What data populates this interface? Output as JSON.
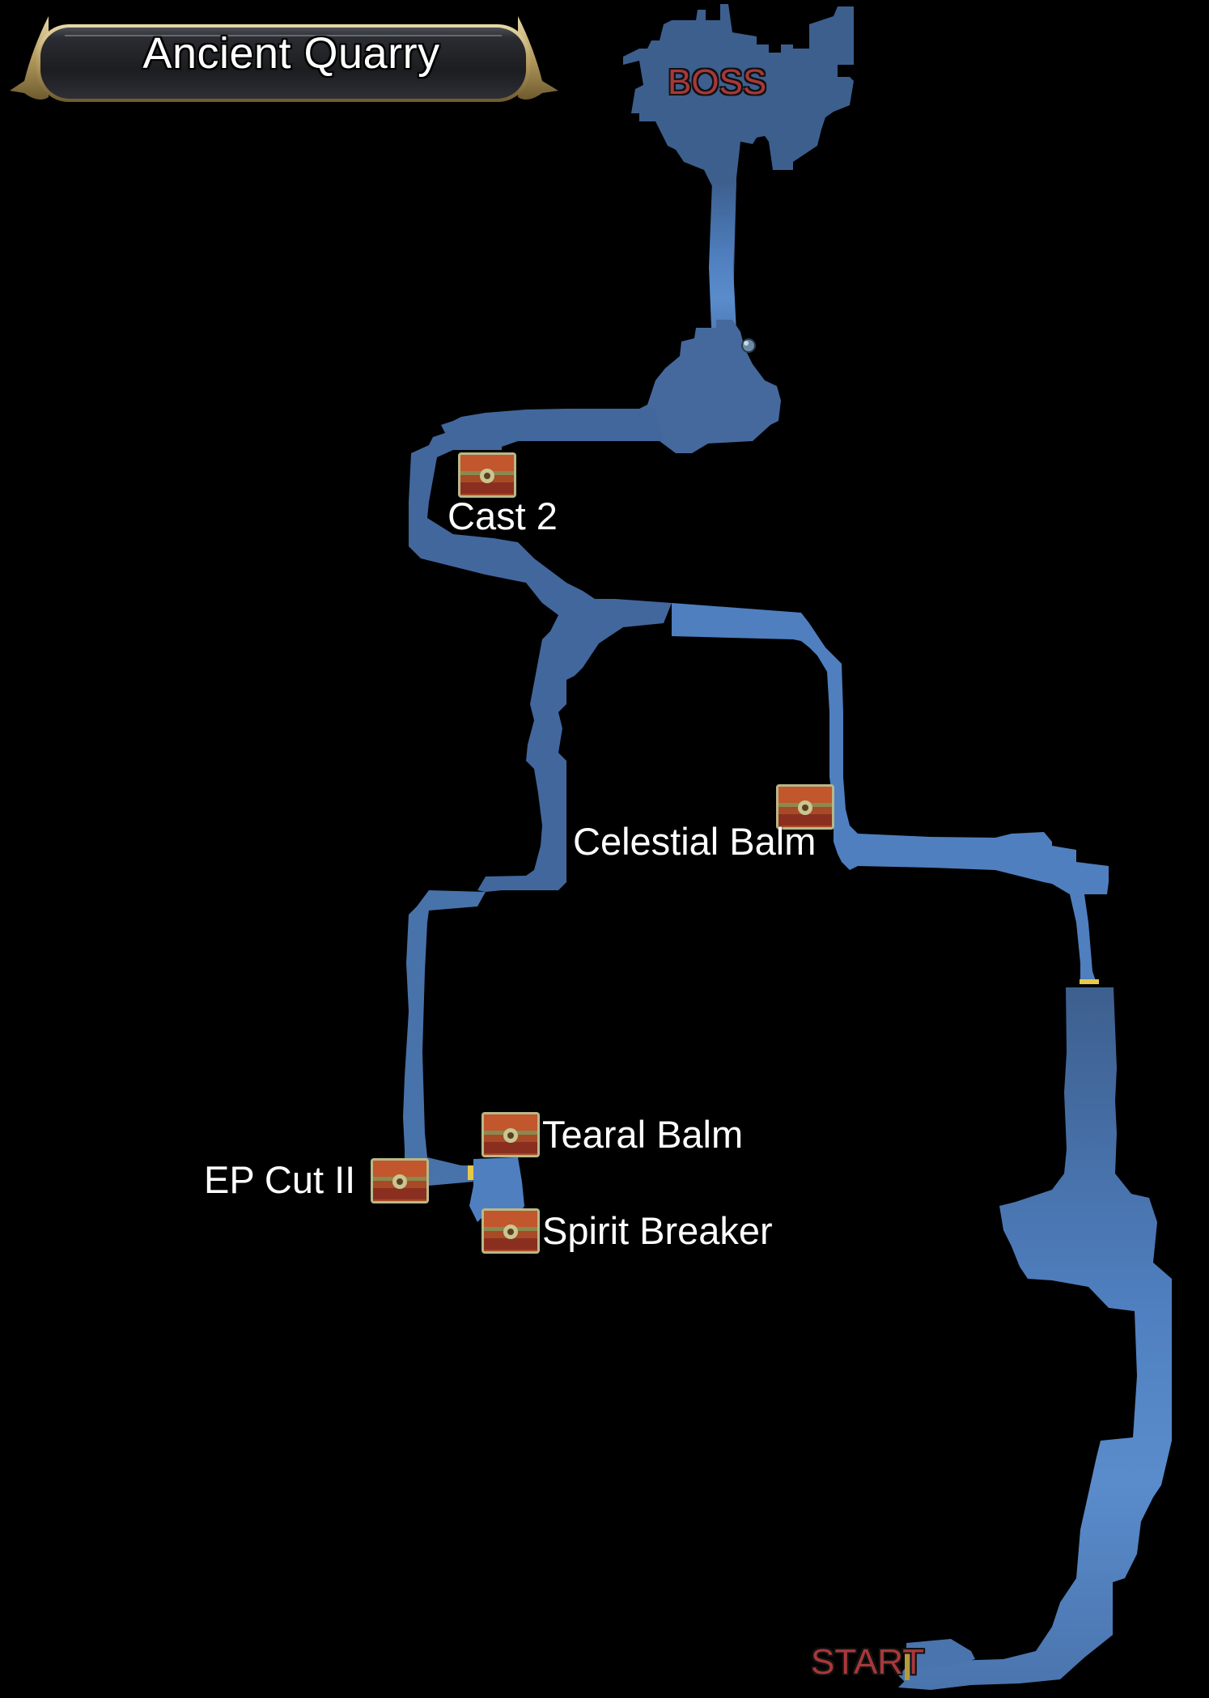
{
  "map": {
    "title": "Ancient Quarry",
    "colors": {
      "background": "#000000",
      "path_light": "#5a8ccc",
      "path_mid": "#4a74ad",
      "path_dark": "#3d5f8e",
      "door": "#e8c84a",
      "marker_text": "#a8383a",
      "banner_gold": "#c9b27a"
    },
    "markers": {
      "boss": "BOSS",
      "start": "START"
    },
    "chests": [
      {
        "icon": "treasure-chest-icon",
        "label": "Cast 2"
      },
      {
        "icon": "treasure-chest-icon",
        "label": "Celestial Balm"
      },
      {
        "icon": "treasure-chest-icon",
        "label": "Tearal Balm"
      },
      {
        "icon": "treasure-chest-icon",
        "label": "EP Cut II"
      },
      {
        "icon": "treasure-chest-icon",
        "label": "Spirit Breaker"
      }
    ],
    "other_icons": [
      "save-point-orb-icon",
      "door-icon",
      "door-icon",
      "door-icon"
    ]
  }
}
